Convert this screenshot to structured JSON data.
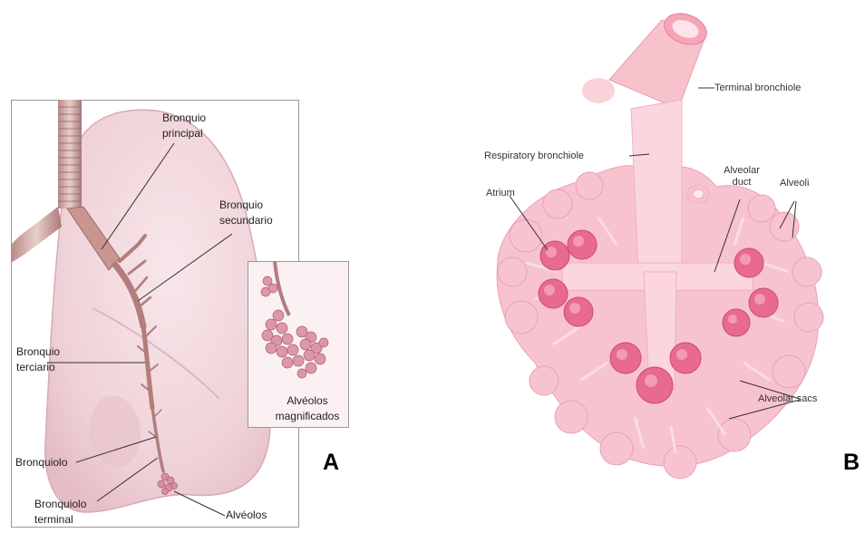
{
  "panel_a": {
    "letter": "A",
    "labels": {
      "bronquio_principal_1": "Bronquio",
      "bronquio_principal_2": "principal",
      "bronquio_secundario_1": "Bronquio",
      "bronquio_secundario_2": "secundario",
      "bronquio_terciario_1": "Bronquio",
      "bronquio_terciario_2": "terciario",
      "bronquiolo": "Bronquiolo",
      "bronquiolo_terminal_1": "Bronquiolo",
      "bronquiolo_terminal_2": "terminal",
      "alveolos": "Alvéolos"
    },
    "inset": {
      "label_1": "Alvéolos",
      "label_2": "magnificados"
    }
  },
  "panel_b": {
    "letter": "B",
    "labels": {
      "terminal_bronchiole": "Terminal bronchiole",
      "respiratory_bronchiole": "Respiratory bronchiole",
      "alveolar_duct_1": "Alveolar",
      "alveolar_duct_2": "duct",
      "alveoli": "Alveoli",
      "atrium": "Atrium",
      "alveolar_sacs": "Alveolar sacs"
    }
  },
  "colors": {
    "lung": "#f2d8de",
    "tissue": "#f7b9c8",
    "atrium": "#e86a8e",
    "bronchus": "#c98f96"
  }
}
